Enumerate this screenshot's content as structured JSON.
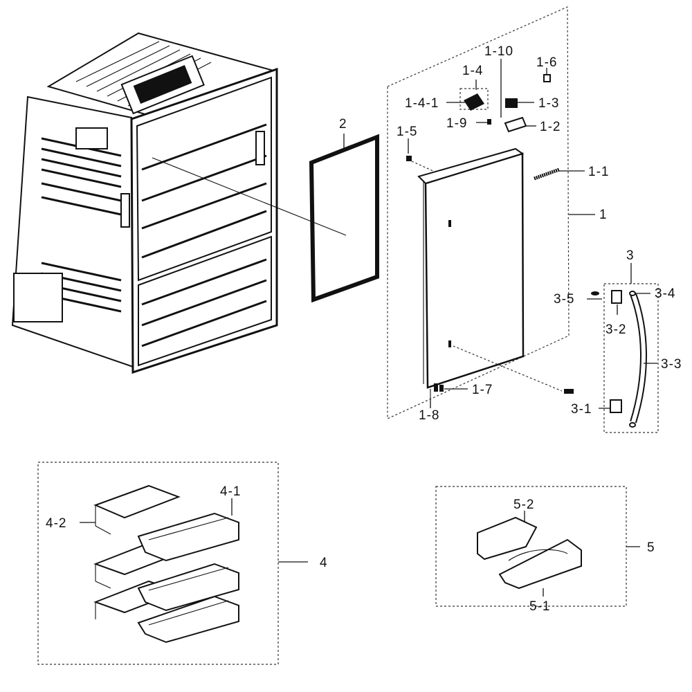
{
  "callouts": {
    "door_assembly": "1",
    "part_1_1": "1-1",
    "part_1_2": "1-2",
    "part_1_3": "1-3",
    "part_1_4": "1-4",
    "part_1_4_1": "1-4-1",
    "part_1_5": "1-5",
    "part_1_6": "1-6",
    "part_1_7": "1-7",
    "part_1_8": "1-8",
    "part_1_9": "1-9",
    "part_1_10": "1-10",
    "gasket": "2",
    "handle_assembly": "3",
    "part_3_1": "3-1",
    "part_3_2": "3-2",
    "part_3_3": "3-3",
    "part_3_4": "3-4",
    "part_3_5": "3-5",
    "bins_group_4": "4",
    "part_4_1": "4-1",
    "part_4_2": "4-2",
    "bins_group_5": "5",
    "part_5_1": "5-1",
    "part_5_2": "5-2"
  }
}
